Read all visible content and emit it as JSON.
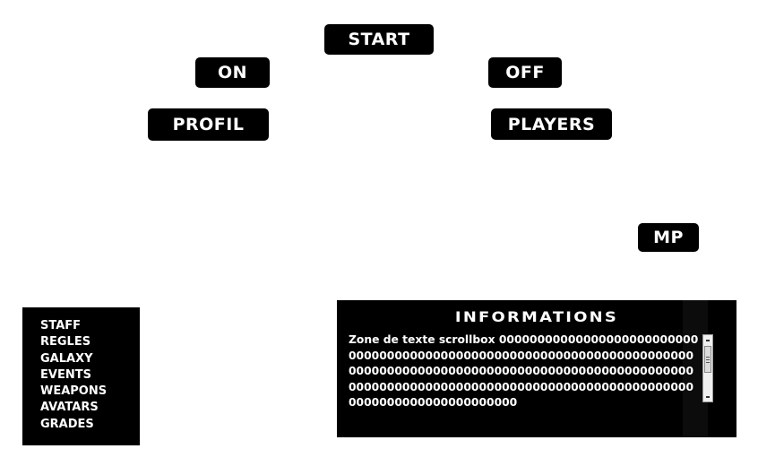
{
  "buttons": {
    "start": "START",
    "on": "ON",
    "off": "OFF",
    "profil": "PROFIL",
    "players": "PLAYERS",
    "mp": "MP"
  },
  "menu": {
    "items": [
      "STAFF",
      "REGLES",
      "GALAXY",
      "EVENTS",
      "WEAPONS",
      "AVATARS",
      "GRADES"
    ]
  },
  "info": {
    "title": "INFORMATIONS",
    "text": "Zone de texte scrollbox 000000000000000000000000000000000000000000000000000000000000000000000000000000000000000000000000000000000000000000000000000000000000000000000000000000000000000000000000000000000000000"
  },
  "colors": {
    "panel": "#000000",
    "text": "#ffffff",
    "page": "#ffffff"
  }
}
